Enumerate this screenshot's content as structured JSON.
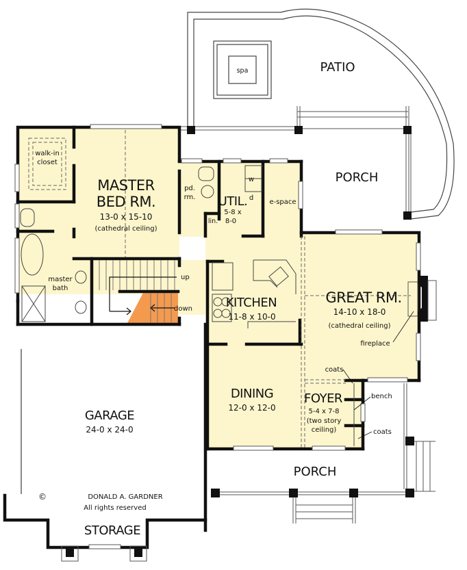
{
  "plan": {
    "type": "floor-plan",
    "colors": {
      "interior_fill": "#fdf6cc",
      "wall": "#111111",
      "stair_accent": "#f49a4f",
      "background": "#ffffff",
      "thin_line": "#555555"
    },
    "rooms": {
      "patio": {
        "name": "PATIO"
      },
      "spa": {
        "name": "spa"
      },
      "porch_rear": {
        "name": "PORCH"
      },
      "master_bed": {
        "name_line1": "MASTER",
        "name_line2": "BED RM.",
        "dims": "13-0 x 15-10",
        "note": "(cathedral ceiling)"
      },
      "walk_in_closet": {
        "line1": "walk-in",
        "line2": "closet"
      },
      "powder_room": {
        "line1": "pd.",
        "line2": "rm."
      },
      "utility": {
        "name": "UTIL.",
        "dims_line1": "5-8 x",
        "dims_line2": "8-0",
        "washer": "w",
        "dryer": "d",
        "linen": "lin."
      },
      "e_space": {
        "name": "e-space"
      },
      "master_bath": {
        "line1": "master",
        "line2": "bath"
      },
      "stairs": {
        "up": "up",
        "down": "down"
      },
      "kitchen": {
        "name": "KITCHEN",
        "dims": "11-8 x 10-0"
      },
      "great_room": {
        "name": "GREAT RM.",
        "dims": "14-10 x 18-0",
        "note": "(cathedral ceiling)",
        "fireplace": "fireplace"
      },
      "dining": {
        "name": "DINING",
        "dims": "12-0 x 12-0"
      },
      "foyer": {
        "name": "FOYER",
        "dims": "5-4 x 7-8",
        "note_line1": "(two story",
        "note_line2": "ceiling)",
        "coats_top": "coats",
        "bench": "bench",
        "coats_bottom": "coats"
      },
      "garage": {
        "name": "GARAGE",
        "dims": "24-0 x 24-0"
      },
      "porch_front": {
        "name": "PORCH"
      },
      "storage": {
        "name": "STORAGE"
      }
    },
    "copyright": {
      "symbol": "©",
      "owner": "DONALD A. GARDNER",
      "rights": "All rights reserved"
    }
  }
}
